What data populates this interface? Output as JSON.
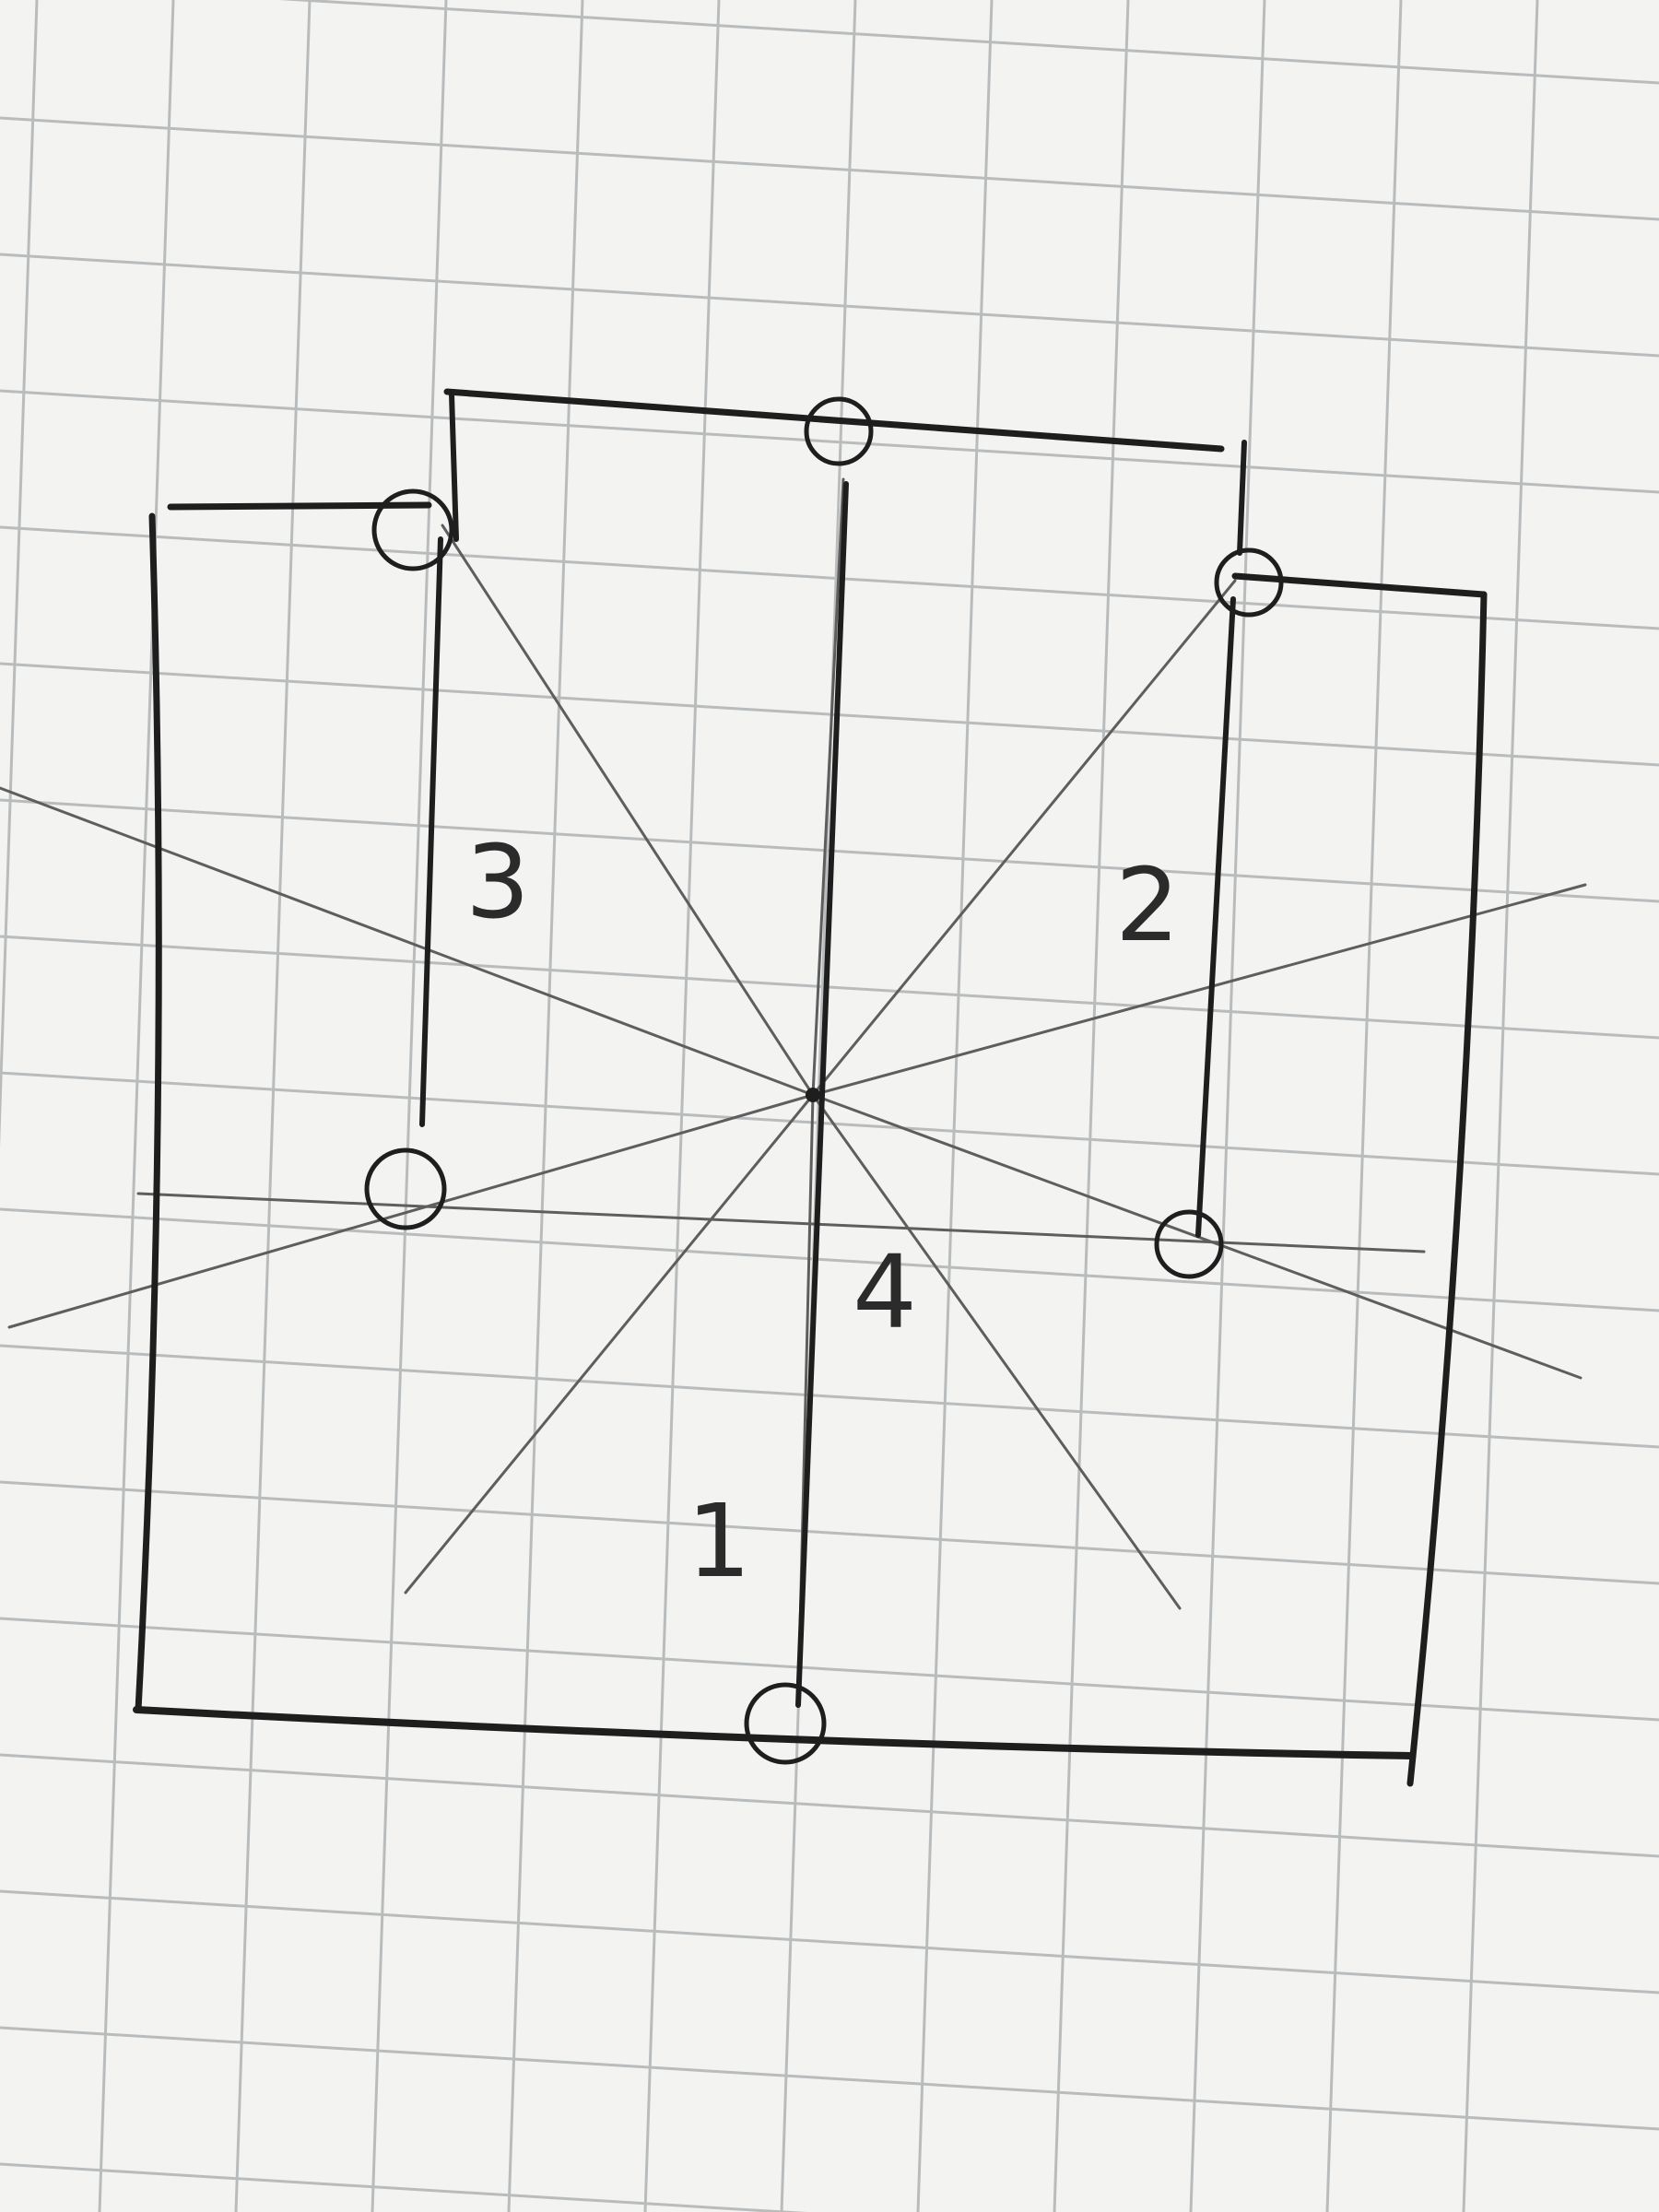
{
  "sheet": {
    "paper_color": "#f3f3f1",
    "grid_color": "#b9bcbc",
    "ink_color": "#1e1e1e",
    "pencil_color": "#5e5e5e"
  },
  "diagram": {
    "region_labels": [
      "1",
      "2",
      "3",
      "4"
    ]
  }
}
